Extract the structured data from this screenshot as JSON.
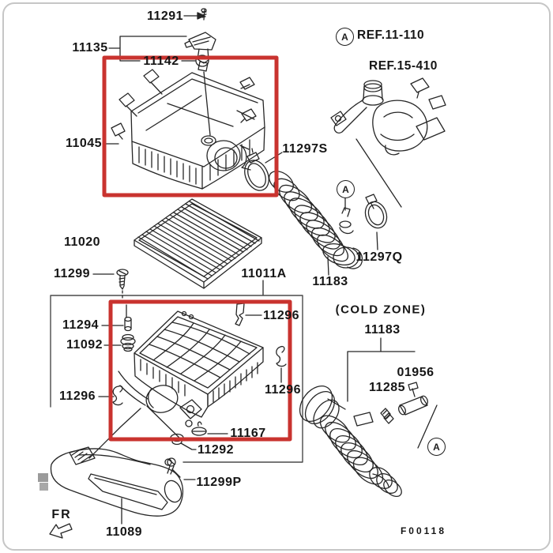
{
  "figure": {
    "code": "F00118",
    "front_label": "FR",
    "zone_note": "(COLD ZONE)",
    "detail_marker": "A"
  },
  "references": {
    "ref_11_110": "REF.11-110",
    "ref_15_410": "REF.15-410"
  },
  "colors": {
    "highlight_red": "#c9332f",
    "line_black": "#262626",
    "frame_gray": "#c6c6c6"
  },
  "parts": {
    "p11291": "11291",
    "p11135": "11135",
    "p11142": "11142",
    "p11045": "11045",
    "p11297S": "11297S",
    "p11020": "11020",
    "p11299": "11299",
    "p11011A": "11011A",
    "p11183_upper": "11183",
    "p11297Q": "11297Q",
    "p11183_lower": "11183",
    "p01956": "01956",
    "p11285": "11285",
    "p11294": "11294",
    "p11092": "11092",
    "p11296_left": "11296",
    "p11296_upper_right": "11296",
    "p11296_right": "11296",
    "p11167": "11167",
    "p11292": "11292",
    "p11299P": "11299P",
    "p11089": "11089"
  }
}
